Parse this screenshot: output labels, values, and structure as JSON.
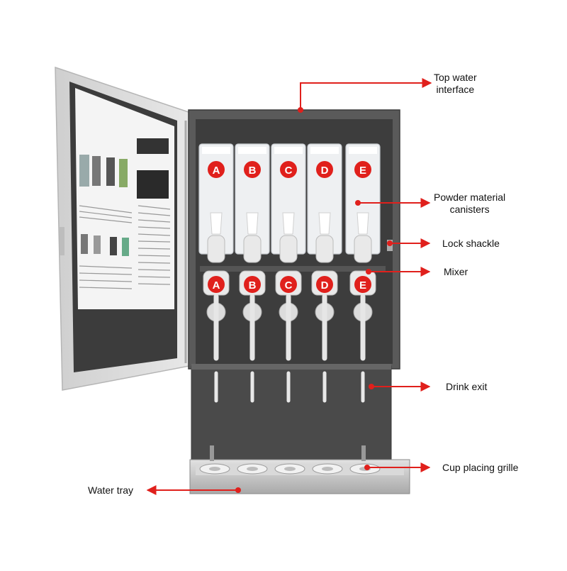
{
  "colors": {
    "cabinet": "#4a4a4a",
    "cabinet_light": "#8a8a8a",
    "door": "#d6d6d6",
    "canister": "#eef0f2",
    "mixer": "#e9e9e9",
    "tray": "#c9c9c9",
    "label_red": "#e0201c",
    "callout_red": "#e0201c"
  },
  "canister_labels": [
    "A",
    "B",
    "C",
    "D",
    "E"
  ],
  "mixer_labels": [
    "A",
    "B",
    "C",
    "D",
    "E"
  ],
  "callouts": {
    "top_water_interface": [
      "Top water",
      "interface"
    ],
    "powder_material_canisters": [
      "Powder material",
      "canisters"
    ],
    "lock_shackle": "Lock shackle",
    "mixer": "Mixer",
    "drink_exit": "Drink exit",
    "cup_placing_grille": "Cup placing grille",
    "water_tray": "Water tray"
  }
}
